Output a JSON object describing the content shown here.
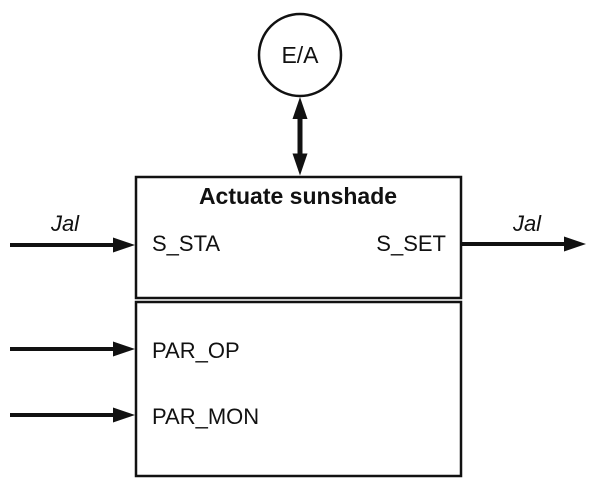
{
  "diagram": {
    "circle": {
      "label": "E/A"
    },
    "block": {
      "title": "Actuate sunshade",
      "input_port": {
        "label": "S_STA"
      },
      "output_port": {
        "label": "S_SET"
      },
      "parameters": [
        {
          "label": "PAR_OP"
        },
        {
          "label": "PAR_MON"
        }
      ]
    },
    "flows": {
      "input_label": "Jal",
      "output_label": "Jal"
    },
    "colors": {
      "line": "#111111",
      "text": "#111111",
      "background": "#ffffff"
    }
  }
}
